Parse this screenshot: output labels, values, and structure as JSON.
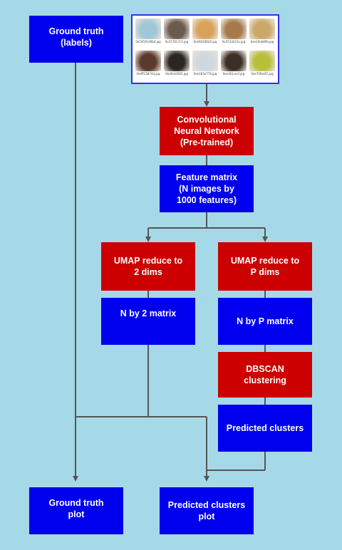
{
  "nodes": {
    "ground_truth_labels": "Ground truth\n(labels)",
    "cnn": "Convolutional\nNeural Network\n(Pre-trained)",
    "feature_matrix": "Feature matrix\n(N images by\n1000 features)",
    "umap_2": "UMAP reduce to\n2 dims",
    "umap_p": "UMAP reduce to\nP dims",
    "n_by_2": "N by 2 matrix",
    "n_by_p": "N by P matrix",
    "dbscan": "DBSCAN\nclustering",
    "predicted_clusters": "Predicted clusters",
    "ground_truth_plot": "Ground truth\nplot",
    "predicted_clusters_plot": "Predicted clusters\nplot"
  },
  "images": [
    {
      "caption": "0e54501d6bd.jpg",
      "subject": "blue-sky-food",
      "color": "#9fc7d8"
    },
    {
      "caption": "0e157617c5.jpg",
      "subject": "plate-food",
      "color": "#6b5a4e"
    },
    {
      "caption": "0e28420824.jpg",
      "subject": "pastry",
      "color": "#d9a25a"
    },
    {
      "caption": "0e5533423c.jpg",
      "subject": "bread-rolls",
      "color": "#a67a4b"
    },
    {
      "caption": "0ee24eb89b.jpg",
      "subject": "soup-bowl",
      "color": "#c9a86a"
    },
    {
      "caption": "0edff15874d.jpg",
      "subject": "mixed-dish",
      "color": "#5a3a2a"
    },
    {
      "caption": "0edfe2d585.jpg",
      "subject": "dark-drink",
      "color": "#2b2622"
    },
    {
      "caption": "0ee2b5e778.jpg",
      "subject": "glass-water",
      "color": "#cfd8dc"
    },
    {
      "caption": "0ee361cecf.jpg",
      "subject": "coffee-cup",
      "color": "#3a2e26"
    },
    {
      "caption": "0ee7f4bc87.jpg",
      "subject": "yellow-package",
      "color": "#b8c03a"
    }
  ],
  "colors": {
    "background": "#a6d9e8",
    "box_blue": "#0000ee",
    "box_red": "#cc0000",
    "connector": "#555555"
  }
}
